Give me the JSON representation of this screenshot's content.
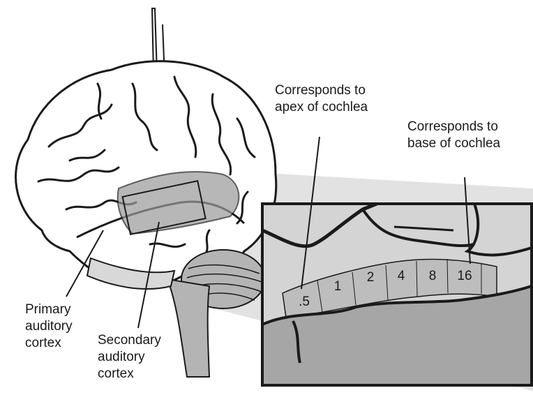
{
  "labels": {
    "apex": "Corresponds to\napex of cochlea",
    "base": "Corresponds to\nbase of cochlea",
    "primary": "Primary\nauditory\ncortex",
    "secondary": "Secondary\nauditory\ncortex"
  },
  "frequency_bands": [
    ".5",
    "1",
    "2",
    "4",
    "8",
    "16"
  ],
  "colors": {
    "outline": "#1a1a1a",
    "brain_fill": "#ffffff",
    "shaded_region": "#9a9a9a",
    "inset_background": "#d4d4d4",
    "inset_band": "#bdbdbd",
    "lower_lobe": "#a6a6a6"
  }
}
